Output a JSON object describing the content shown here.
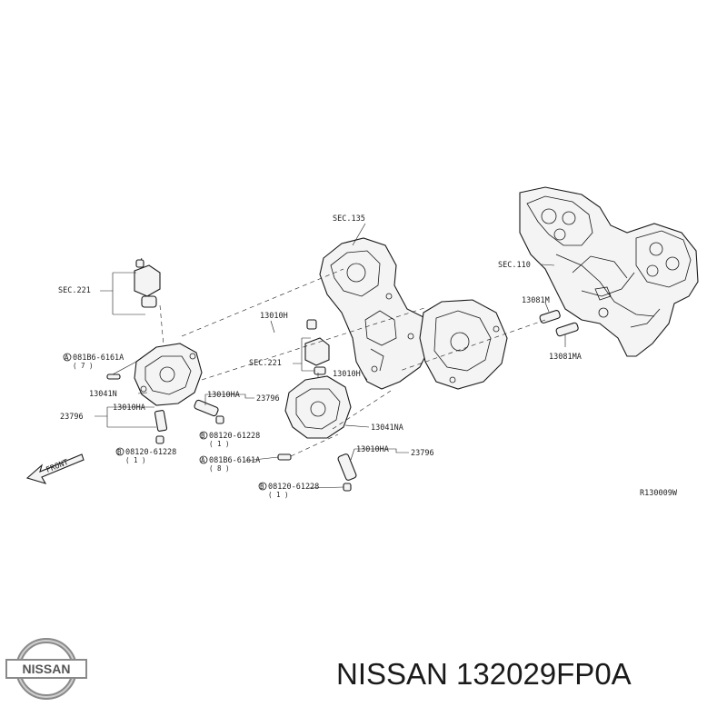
{
  "labels": {
    "sec135": "SEC.135",
    "sec110": "SEC.110",
    "sec221_left": "SEC.221",
    "sec221_mid": "SEC.221",
    "p13081m": "13081M",
    "p13081ma": "13081MA",
    "p13010h_top": "13010H",
    "p13010h_mid": "13010H",
    "p13041n": "13041N",
    "p13041na": "13041NA",
    "p13010ha_left": "13010HA",
    "p13010ha_mid": "13010HA",
    "p13010ha_right": "13010HA",
    "p23796_left": "23796",
    "p23796_mid": "23796",
    "p23796_right": "23796",
    "bolt_a_left": "081B6-6161A",
    "bolt_a_left_qty": "( 7 )",
    "bolt_b_left": "08120-61228",
    "bolt_b_left_qty": "( 1 )",
    "bolt_b_mid": "08120-61228",
    "bolt_b_mid_qty": "( 1 )",
    "bolt_a_mid": "081B6-6161A",
    "bolt_a_mid_qty": "( 8 )",
    "bolt_b_right": "08120-61228",
    "bolt_b_right_qty": "( 1 )",
    "front": "FRONT",
    "diagram_ref": "R130009W",
    "callout_a": "A",
    "callout_b": "B"
  },
  "brand": {
    "logo_text": "NISSAN",
    "footer": "NISSAN 132029FP0A"
  },
  "colors": {
    "ink": "#1a1a1a",
    "paper": "#ffffff"
  }
}
